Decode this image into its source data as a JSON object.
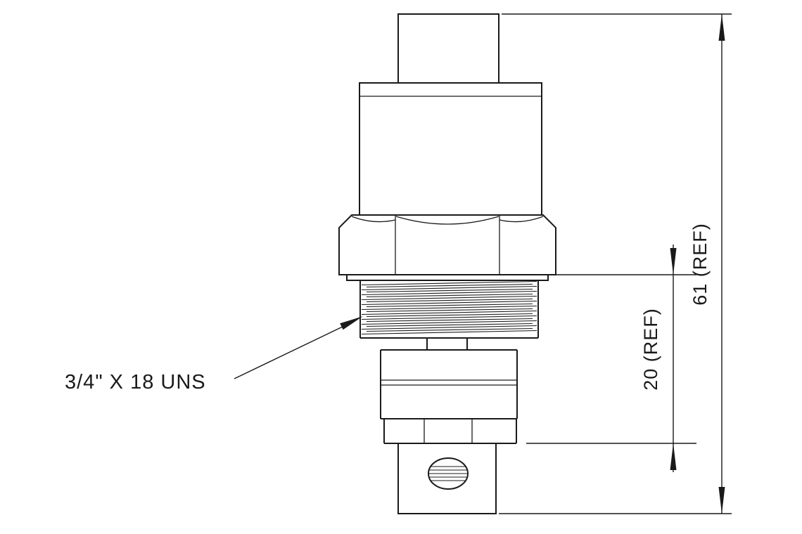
{
  "drawing": {
    "thread_callout": {
      "label": "3/4\" X 18 UNS"
    },
    "dimensions": {
      "overall_height": {
        "label": "61 (REF)"
      },
      "lower_section_height": {
        "label": "20 (REF)"
      }
    },
    "colors": {
      "line": "#1a1a1a",
      "background": "#ffffff"
    }
  }
}
